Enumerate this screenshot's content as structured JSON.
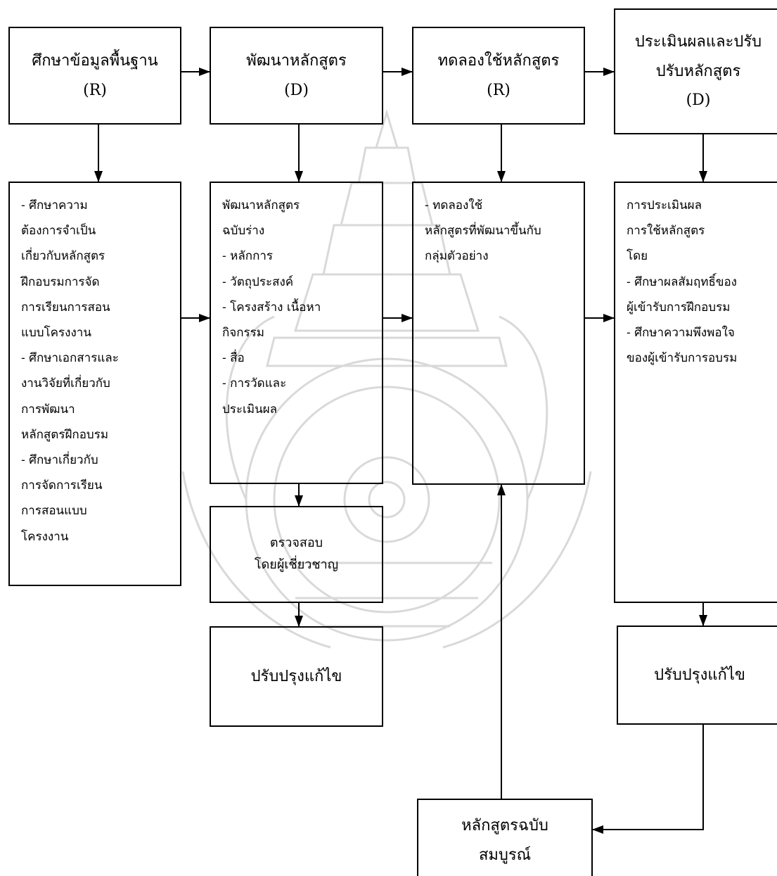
{
  "stages": [
    {
      "title": "ศึกษาข้อมูลพื้นฐาน",
      "code": "(R)"
    },
    {
      "title": "พัฒนาหลักสูตร",
      "code": "(D)"
    },
    {
      "title": "ทดลองใช้หลักสูตร",
      "code": "(R)"
    },
    {
      "title_line1": "ประเมินผลและปรับ",
      "title_line2": "ปรับหลักสูตร",
      "code": "(D)"
    }
  ],
  "details": [
    {
      "lines": [
        "- ศึกษาความ",
        "ต้องการจำเป็น",
        "เกี่ยวกับหลักสูตร",
        "ฝึกอบรมการจัด",
        "การเรียนการสอน",
        "แบบโครงงาน",
        "- ศึกษาเอกสารและ",
        "งานวิจัยที่เกี่ยวกับ",
        "การพัฒนา",
        "หลักสูตรฝึกอบรม",
        "- ศึกษาเกี่ยวกับ",
        "การจัดการเรียน",
        "การสอนแบบ",
        "โครงงาน"
      ]
    },
    {
      "lines": [
        "พัฒนาหลักสูตร",
        "ฉบับร่าง",
        "- หลักการ",
        "- วัตถุประสงค์",
        "- โครงสร้าง เนื้อหา",
        "กิจกรรม",
        "- สื่อ",
        "- การวัดและ",
        "ประเมินผล"
      ]
    },
    {
      "lines": [
        "- ทดลองใช้",
        "หลักสูตรที่พัฒนาขึ้นกับ",
        "กลุ่มตัวอย่าง"
      ]
    },
    {
      "lines": [
        "การประเมินผล",
        "การใช้หลักสูตร",
        "โดย",
        "- ศึกษาผลสัมฤทธิ์ของ",
        "ผู้เข้ารับการฝึกอบรม",
        "- ศึกษาความพึงพอใจ",
        "ของผู้เข้ารับการอบรม"
      ]
    }
  ],
  "sub_boxes": {
    "expert_review_line1": "ตรวจสอบ",
    "expert_review_line2": "โดยผู้เชี่ยวชาญ",
    "revise_1": "ปรับปรุงแก้ไข",
    "revise_2": "ปรับปรุงแก้ไข",
    "final_line1": "หลักสูตรฉบับ",
    "final_line2": "สมบูรณ์"
  }
}
